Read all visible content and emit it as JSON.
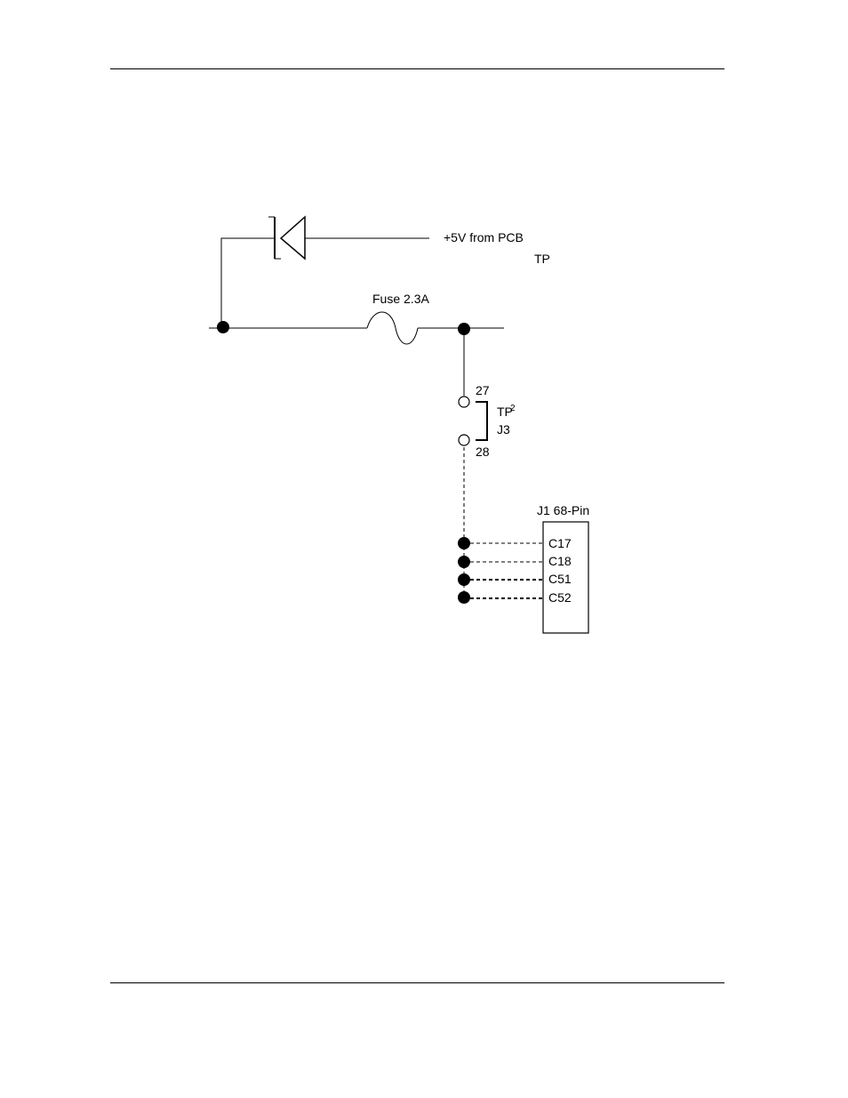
{
  "labels": {
    "source": "+5V from PCB",
    "tp_top": "TP",
    "fuse": "Fuse 2.3A",
    "pin_27": "27",
    "tp_jumper": "TP",
    "tp_superscript": "2",
    "jumper": "J3",
    "pin_28": "28",
    "connector": "J1 68-Pin"
  },
  "connector_pins": [
    "C17",
    "C18",
    "C51",
    "C52"
  ]
}
